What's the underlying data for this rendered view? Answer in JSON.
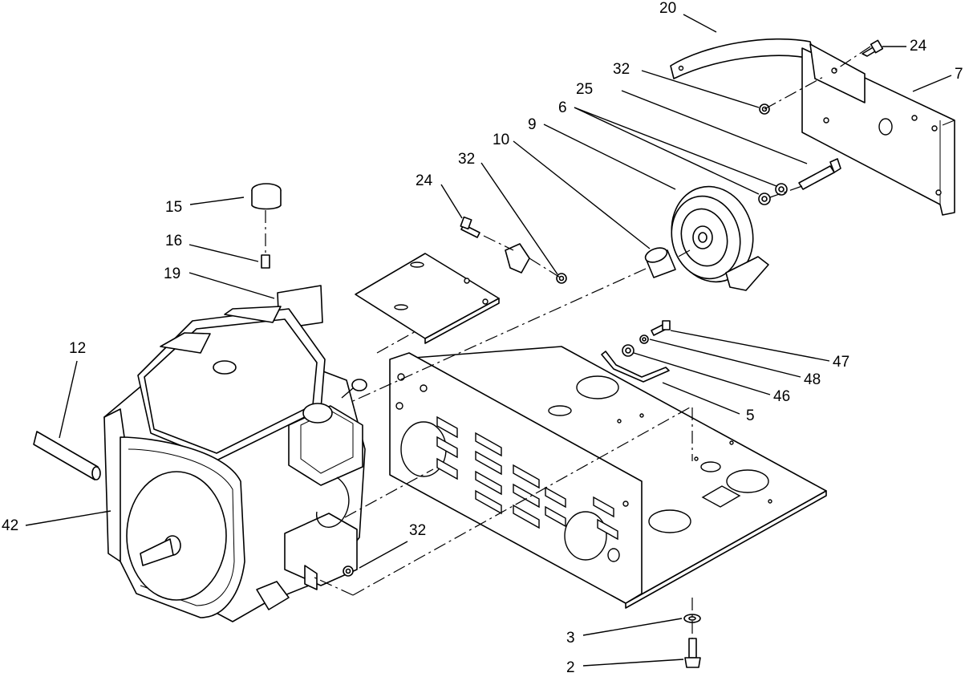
{
  "diagram": {
    "callouts": {
      "c20": "20",
      "c24a": "24",
      "c7": "7",
      "c32a": "32",
      "c25": "25",
      "c6": "6",
      "c9": "9",
      "c10": "10",
      "c32b": "32",
      "c24b": "24",
      "c15": "15",
      "c16": "16",
      "c19": "19",
      "c12": "12",
      "c42": "42",
      "c47": "47",
      "c48": "48",
      "c46": "46",
      "c5": "5",
      "c32c": "32",
      "c3": "3",
      "c2": "2"
    }
  }
}
